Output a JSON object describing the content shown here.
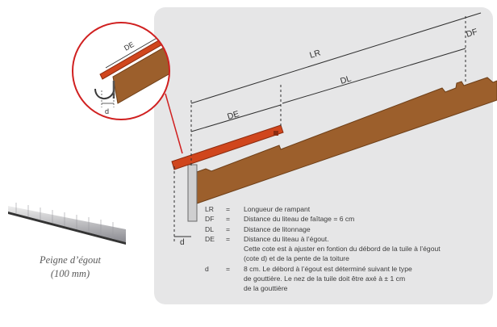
{
  "diagram": {
    "labels": {
      "lr": "LR",
      "df": "DF",
      "dl": "DL",
      "de_main": "DE",
      "de_detail": "DE",
      "d_main": "d",
      "d_detail": "d"
    },
    "caption": {
      "line1": "Peigne d’égout",
      "line2": "(100 mm)"
    },
    "legend": [
      {
        "abbr": "LR",
        "eq": "=",
        "def": "Longueur de rampant"
      },
      {
        "abbr": "DF",
        "eq": "=",
        "def": "Distance du liteau de faîtage = 6 cm"
      },
      {
        "abbr": "DL",
        "eq": "=",
        "def": "Distance de litonnage"
      },
      {
        "abbr": "DE",
        "eq": "=",
        "def": "Distance du liteau à l’égout."
      }
    ],
    "legend_notes": [
      "Cette cote est à ajuster en fontion du débord de la tuile à l’égout",
      "(cote d) et de la pente de la toiture"
    ],
    "legend_d": {
      "abbr": "d",
      "eq": "=",
      "def": "8 cm. Le débord à l’égout est déterminé suivant le type"
    },
    "legend_d_notes": [
      "de gouttière. Le nez de la tuile doit être axé à ± 1 cm",
      "de la gouttière"
    ],
    "colors": {
      "panel": "#e6e6e7",
      "wood": "#9c5f2c",
      "wood_edge": "#6e3f18",
      "tile": "#d0461d",
      "tile_edge": "#8c2c10",
      "line": "#2f2f2f",
      "comb": "#b4b4b8",
      "detail_border": "#d02020"
    },
    "icons": [
      "comb-image",
      "gutter-detail-magnifier"
    ]
  }
}
